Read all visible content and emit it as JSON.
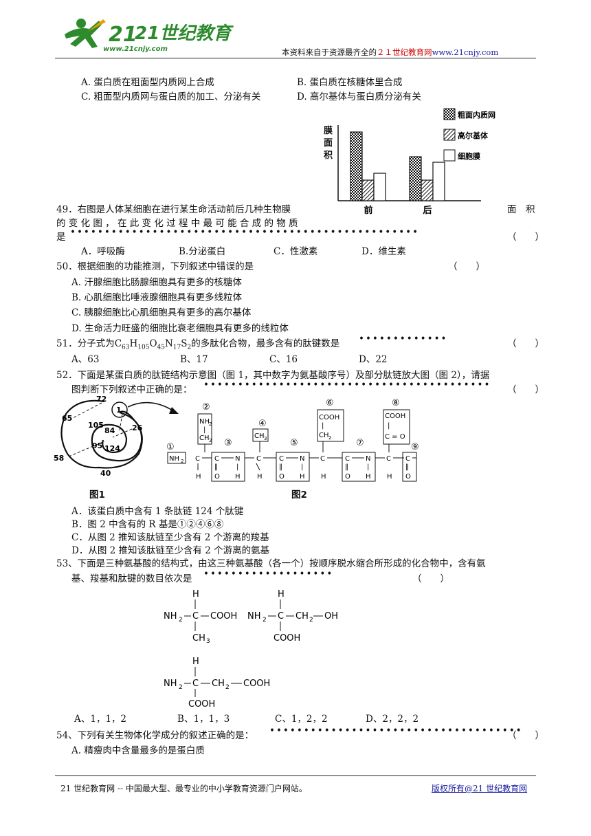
{
  "header": {
    "logo_text": "21世纪教育",
    "logo_url": "www.21cnjy.com",
    "source_prefix": "本资料来自于资源最齐全的",
    "source_highlight": "２１世纪教育网",
    "source_url": "www.21cnjy.com"
  },
  "q48": {
    "A": "A. 蛋白质在粗面型内质网上合成",
    "B": "B. 蛋白质在核糖体里合成",
    "C": "C. 粗面型内质网与蛋白质的加工、分泌有关",
    "D": "D. 高尔基体与蛋白质分泌有关"
  },
  "q49": {
    "line1": "49．右图是人体某细胞在进行某生命活动前后几种生物膜",
    "line1_tail": "面　积",
    "line2": "的 变 化 图 ， 在 此 变 化 过 程 中 最 可 能 合 成 的 物 质",
    "line3": "是",
    "bracket": "（　　）",
    "options": [
      "A．呼吸酶",
      "B.分泌蛋白",
      "C．性激素",
      "D．维生素"
    ]
  },
  "chart_data": {
    "type": "bar",
    "ylabel": "膜面积",
    "categories": [
      "前",
      "后"
    ],
    "series": [
      {
        "name": "粗面内质网",
        "values": [
          5,
          3.2
        ],
        "pattern": "checker"
      },
      {
        "name": "高尔基体",
        "values": [
          1.5,
          1.5
        ],
        "pattern": "hatch"
      },
      {
        "name": "细胞膜",
        "values": [
          2.0,
          2.8
        ],
        "pattern": "blank"
      }
    ]
  },
  "q50": {
    "stem": "50．根据细胞的功能推测，下列叙述中错误的是",
    "bracket": "（　　）",
    "A": "A. 汗腺细胞比肠腺细胞具有更多的核糖体",
    "B": "B. 心肌细胞比唾液腺细胞具有更多线粒体",
    "C": "C. 胰腺细胞比心肌细胞具有更多的高尔基体",
    "D": "D. 生命活力旺盛的细胞比衰老细胞具有更多的线粒体"
  },
  "q51": {
    "stem_pre": "51．分子式为",
    "formula": "C63H105O45N17S2",
    "stem_post": "的多肽化合物，最多含有的肽键数是",
    "bracket": "（　　）",
    "options": [
      "A、63",
      "B、17",
      "C、16",
      "D、22"
    ]
  },
  "q52": {
    "line1": "52．下面是某蛋白质的肽链结构示意图（图 1，其中数字为氨基酸序号）及部分肽链放大图（图 2），请据",
    "line2": "图判断下列叙述中正确的是：",
    "bracket": "（　　）",
    "fig1_label": "图1",
    "fig2_label": "图2",
    "fig1_numbers": [
      "72",
      "1",
      "65",
      "105",
      "84",
      "26",
      "95",
      "124",
      "58",
      "40"
    ],
    "fig2_circles": [
      "①",
      "②",
      "③",
      "④",
      "⑤",
      "⑥",
      "⑦",
      "⑧",
      "⑨"
    ],
    "A": "A．该蛋白质中含有 1 条肽链 124 个肽键",
    "B": "B．图 2 中含有的 R 基是①②④⑥⑧",
    "C": "C．从图 2 推知该肽链至少含有 2 个游离的羧基",
    "D": "D．从图 2 推知该肽链至少含有 2 个游离的氨基"
  },
  "q53": {
    "line1": "53、下面是三种氨基酸的结构式，由这三种氨基酸（各一个）按顺序脱水缩合所形成的化合物中，含有氨",
    "line2": "基、羧基和肽键的数目依次是",
    "bracket": "（　　）",
    "options": [
      "A、1，1，2",
      "B、1，1，3",
      "C、1，2，2",
      "D、2，2，2"
    ]
  },
  "q54": {
    "stem": "54、下列有关生物体化学成分的叙述正确的是：",
    "bracket": "（　　）",
    "A": "A. 精瘦肉中含量最多的是蛋白质"
  },
  "footer": {
    "left": "21 世纪教育网 -- 中国最大型、最专业的中小学教育资源门户网站。",
    "right": "版权所有@21 世纪教育网"
  }
}
